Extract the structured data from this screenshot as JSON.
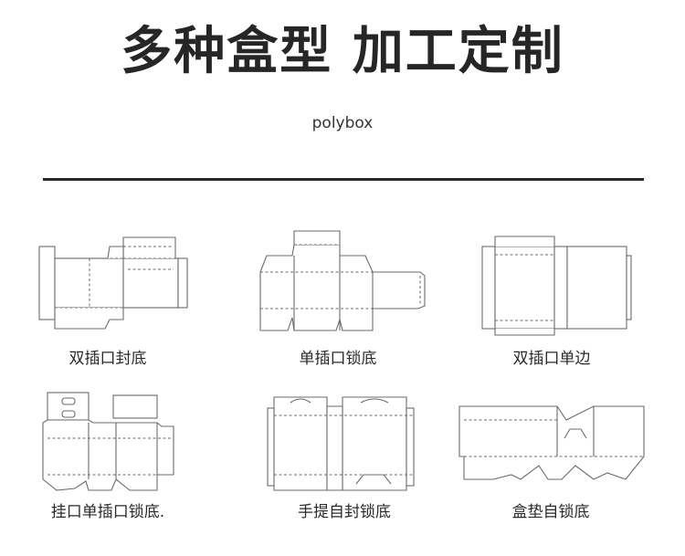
{
  "header": {
    "title": "多种盒型 加工定制",
    "subtitle": "polybox"
  },
  "box_types": [
    {
      "label": "双插口封底"
    },
    {
      "label": "单插口锁底"
    },
    {
      "label": "双插口单边"
    },
    {
      "label": "挂口单插口锁底."
    },
    {
      "label": "手提自封锁底"
    },
    {
      "label": "盒垫自锁底"
    }
  ]
}
